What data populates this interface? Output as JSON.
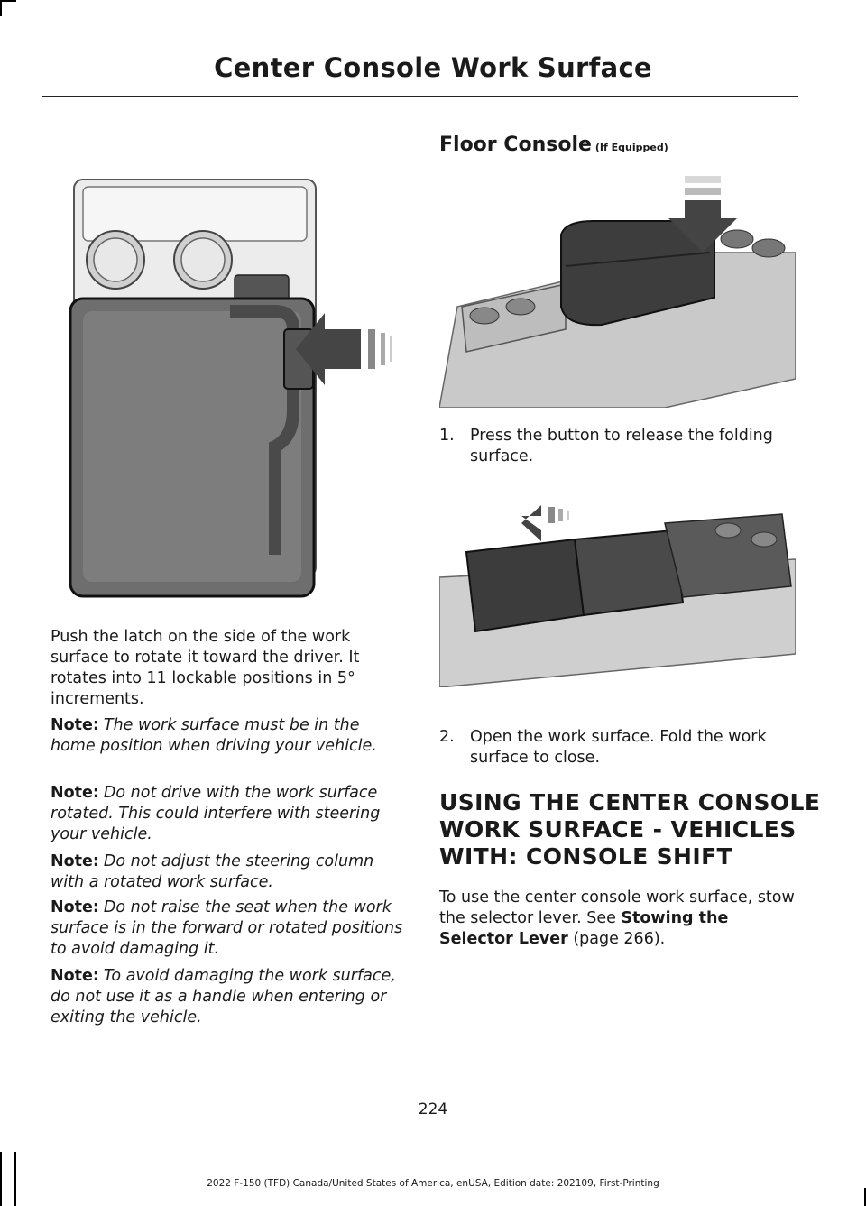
{
  "header": {
    "title": "Center Console Work Surface"
  },
  "left": {
    "intro": "Push the latch on the side of the work surface to rotate it toward the driver. It rotates into 11 lockable positions in 5° increments.",
    "notes": [
      {
        "label": "Note:",
        "text": "The work surface must be in the home position when driving your vehicle."
      },
      {
        "label": "Note:",
        "text": "Do not drive with the work surface rotated. This could interfere with steering your vehicle."
      },
      {
        "label": "Note:",
        "text": "Do not adjust the steering column with a rotated work surface."
      },
      {
        "label": "Note:",
        "text": "Do not raise the seat when the work surface is in the forward or rotated positions to avoid damaging it."
      },
      {
        "label": "Note:",
        "text": "To avoid damaging the work surface, do not use it as a handle when entering or exiting the vehicle."
      }
    ]
  },
  "right": {
    "section_title": "Floor Console",
    "section_qualifier": "(If Equipped)",
    "steps": [
      {
        "num": "1.",
        "text": "Press the button to release the folding surface."
      },
      {
        "num": "2.",
        "text": "Open the work surface. Fold the work surface to close."
      }
    ],
    "heading_lines": [
      "USING THE CENTER CONSOLE",
      "WORK SURFACE - VEHICLES",
      "WITH: CONSOLE SHIFT"
    ],
    "body_prefix": "To use the center console work surface, stow the selector lever. See ",
    "body_link": "Stowing the Selector Lever",
    "body_suffix": " (page 266)."
  },
  "page_number": "224",
  "footer": "2022 F-150 (TFD) Canada/United States of America, enUSA, Edition date: 202109, First-Printing"
}
